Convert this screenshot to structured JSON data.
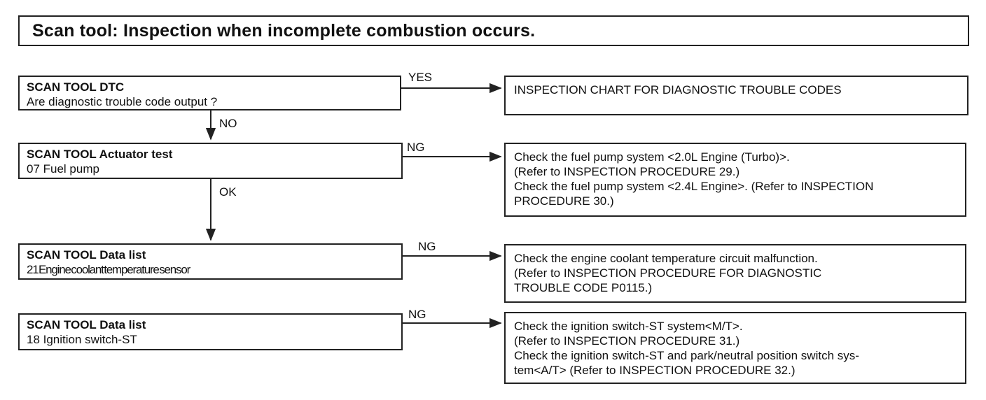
{
  "title": "Scan tool: Inspection when incomplete combustion occurs.",
  "steps": [
    {
      "heading": "SCAN TOOL DTC",
      "detail": "Are diagnostic trouble code output ?",
      "branch_label": "YES",
      "down_label": "NO",
      "result": [
        "INSPECTION CHART FOR DIAGNOSTIC TROUBLE CODES"
      ]
    },
    {
      "heading": "SCAN TOOL Actuator test",
      "detail": "07 Fuel pump",
      "branch_label": "NG",
      "down_label": "OK",
      "result": [
        "Check the fuel pump system <2.0L Engine (Turbo)>.",
        "(Refer to INSPECTION PROCEDURE 29.)",
        "Check the fuel pump system <2.4L Engine>. (Refer to INSPECTION",
        "PROCEDURE 30.)"
      ]
    },
    {
      "heading": "SCAN TOOL Data list",
      "detail": "21 Engine coolant temperature sensor",
      "branch_label": "NG",
      "result": [
        "Check the engine coolant temperature circuit malfunction.",
        "(Refer to INSPECTION PROCEDURE FOR DIAGNOSTIC",
        "TROUBLE CODE P0115.)"
      ]
    },
    {
      "heading": "SCAN TOOL Data list",
      "detail": "18 Ignition switch-ST",
      "branch_label": "NG",
      "result": [
        "Check the ignition switch-ST system<M/T>.",
        "(Refer to INSPECTION PROCEDURE 31.)",
        "Check the ignition switch-ST and park/neutral position switch sys-",
        "tem<A/T> (Refer to INSPECTION PROCEDURE 32.)"
      ]
    }
  ]
}
